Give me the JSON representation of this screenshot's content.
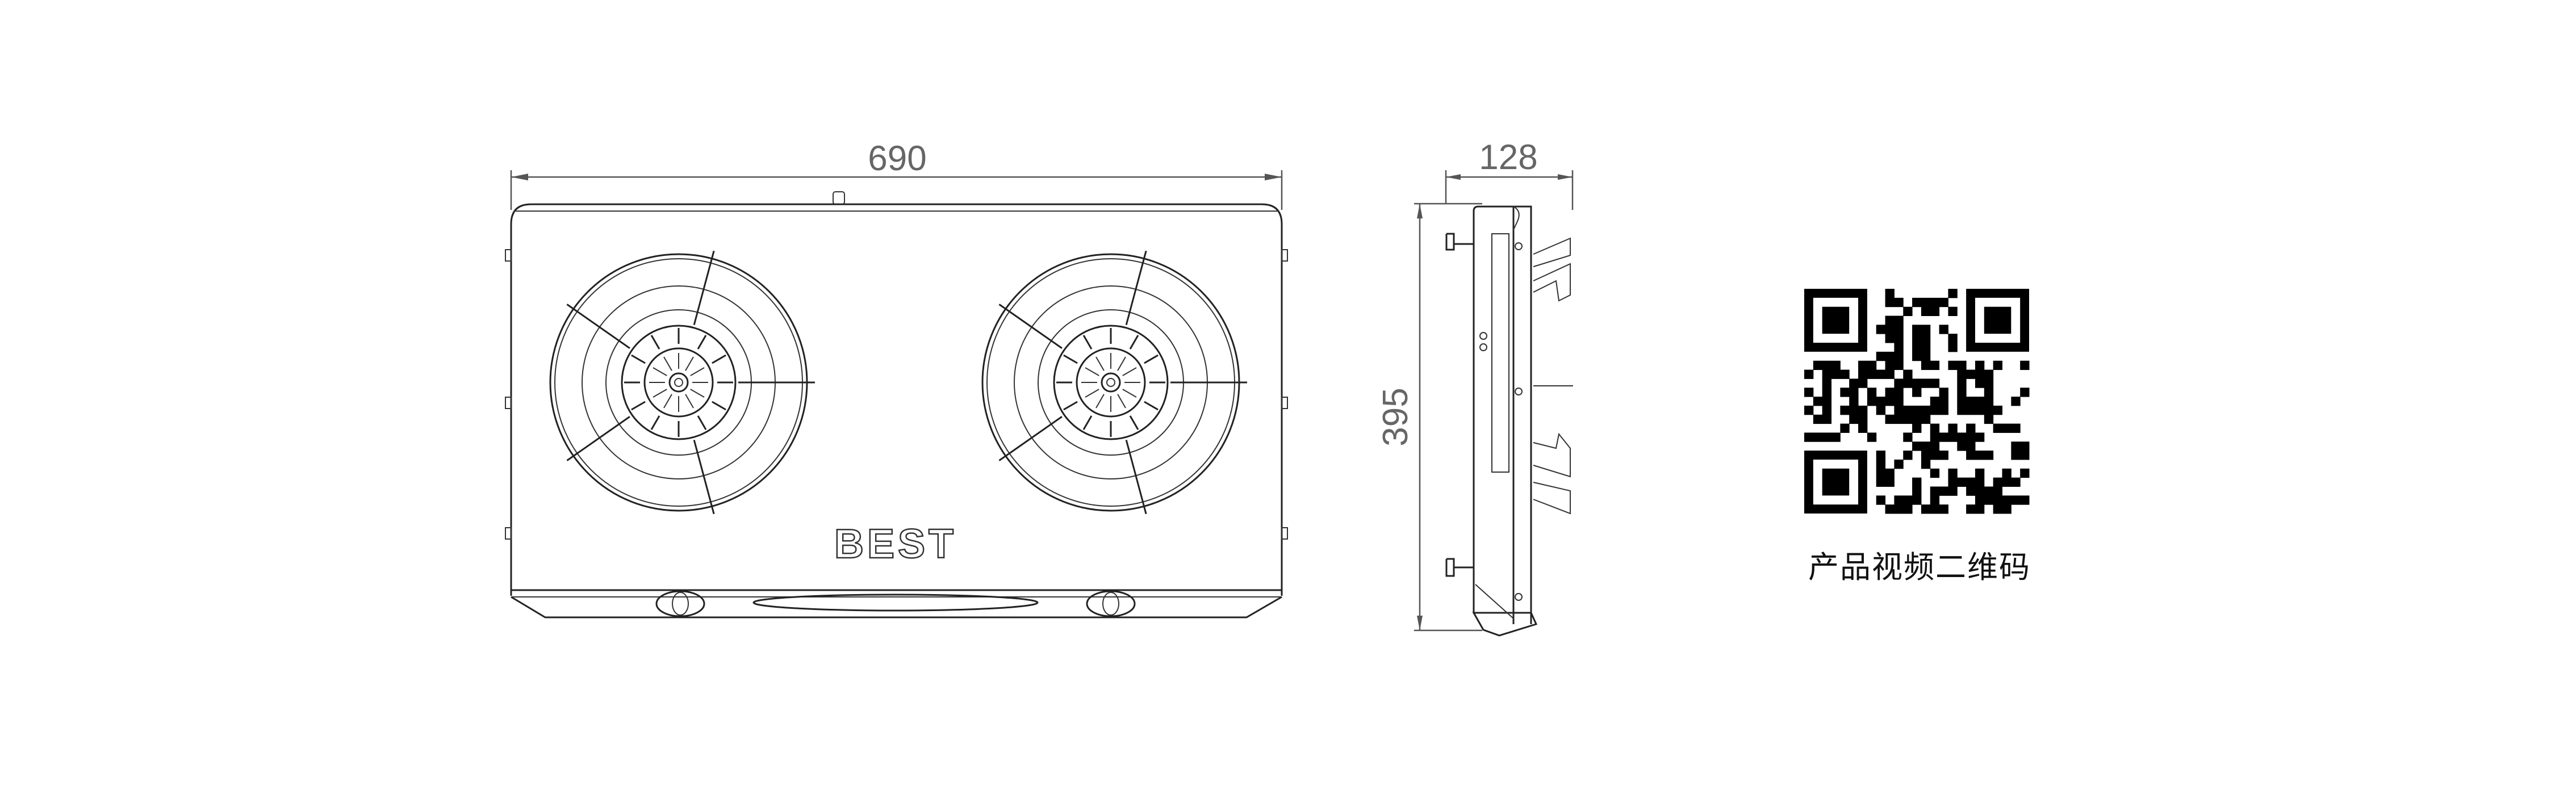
{
  "drawing": {
    "top_view": {
      "width_dimension": "690",
      "brand_logo": "BEST"
    },
    "side_view": {
      "depth_dimension": "128",
      "height_dimension": "395"
    }
  },
  "qr": {
    "caption": "产品视频二维码"
  },
  "colors": {
    "line": "#222222",
    "dimension": "#666666",
    "background": "#ffffff"
  }
}
